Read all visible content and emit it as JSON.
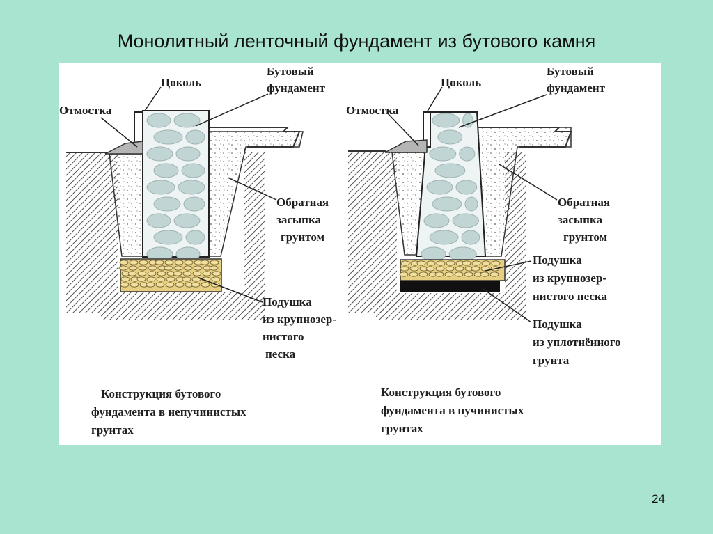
{
  "slide": {
    "title": "Монолитный ленточный фундамент из бутового камня",
    "page_number": "24"
  },
  "colors": {
    "background": "#a8e4cf",
    "panel": "#ffffff",
    "stone_fill": "#c2d5d5",
    "stone_stroke": "#9fb3b3",
    "sand_cushion": "#e6cf82",
    "compacted_soil": "#111111",
    "blind_area": "#b5b5b5"
  },
  "left_diagram": {
    "labels": {
      "plinth": "Цоколь",
      "rubble_foundation_1": "Бутовый",
      "rubble_foundation_2": "фундамент",
      "blind_area": "Отмостка",
      "backfill_1": "Обратная",
      "backfill_2": "засыпка",
      "backfill_3": "грунтом",
      "sand_cushion_1": "Подушка",
      "sand_cushion_2": "из крупнозер-",
      "sand_cushion_3": "нистого",
      "sand_cushion_4": "песка"
    },
    "caption": [
      "Конструкция бутового",
      "фундамента в непучинистых",
      "грунтах"
    ]
  },
  "right_diagram": {
    "labels": {
      "plinth": "Цоколь",
      "rubble_foundation_1": "Бутовый",
      "rubble_foundation_2": "фундамент",
      "blind_area": "Отмостка",
      "backfill_1": "Обратная",
      "backfill_2": "засыпка",
      "backfill_3": "грунтом",
      "sand_cushion_1": "Подушка",
      "sand_cushion_2": "из крупнозер-",
      "sand_cushion_3": "нистого песка",
      "soil_cushion_1": "Подушка",
      "soil_cushion_2": "из уплотнённого",
      "soil_cushion_3": "грунта"
    },
    "caption": [
      "Конструкция бутового",
      "фундамента в пучинистых",
      "грунтах"
    ]
  }
}
